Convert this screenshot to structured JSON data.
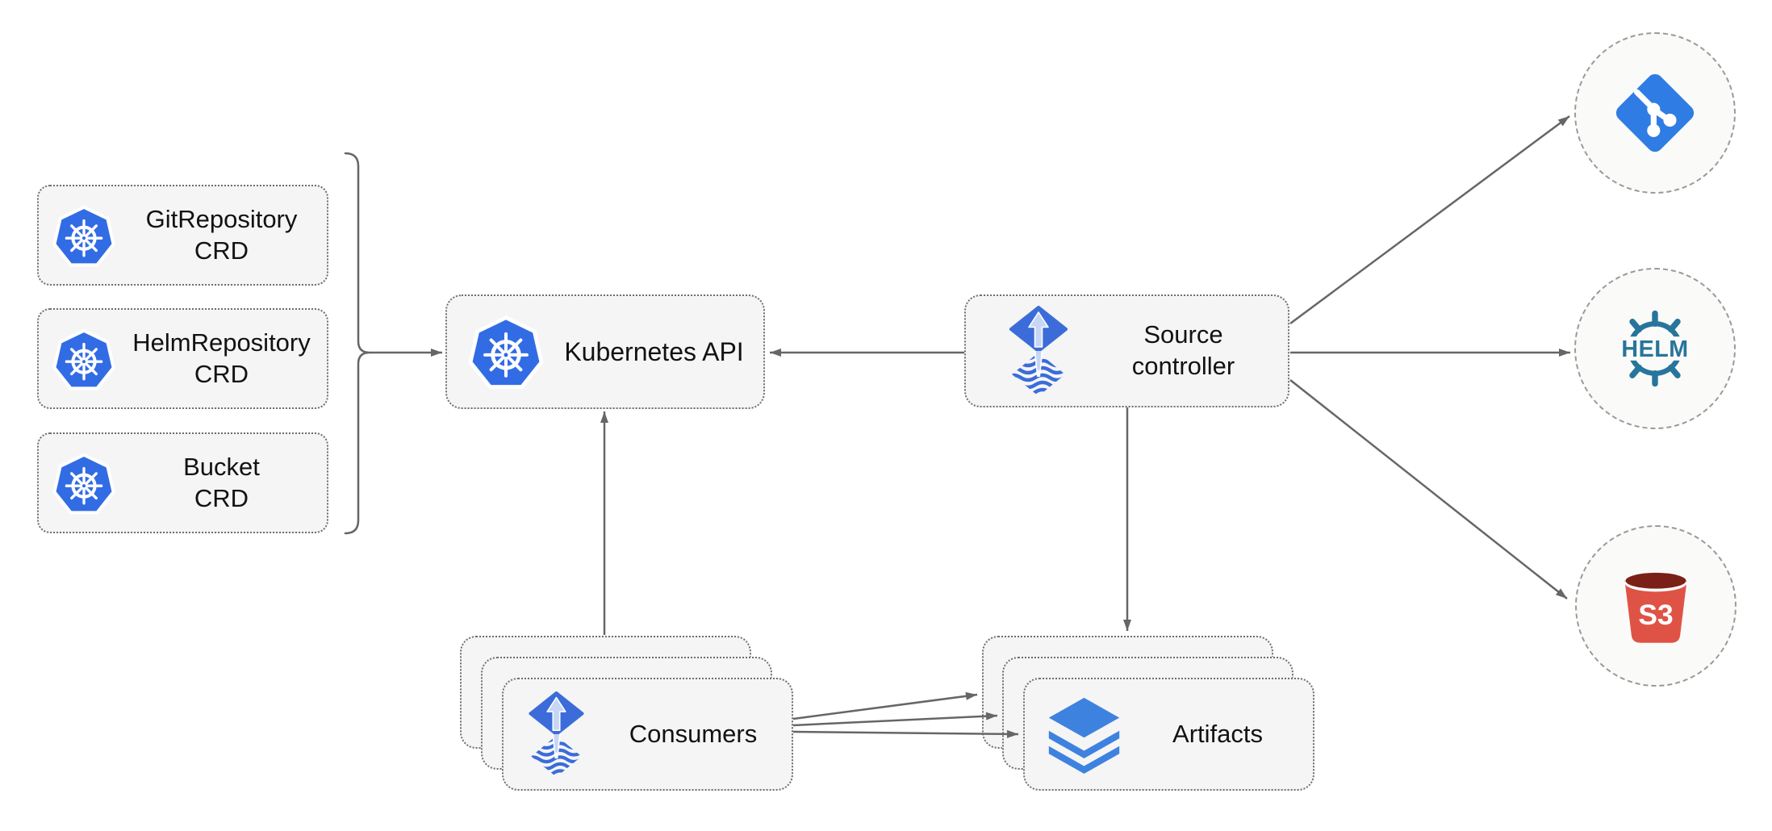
{
  "diagram_kind": "architecture-diagram",
  "nodes": {
    "crd_boxes": [
      {
        "line1": "GitRepository",
        "line2": "CRD",
        "icon": "kubernetes-icon"
      },
      {
        "line1": "HelmRepository",
        "line2": "CRD",
        "icon": "kubernetes-icon"
      },
      {
        "line1": "Bucket",
        "line2": "CRD",
        "icon": "kubernetes-icon"
      }
    ],
    "kubernetes_api": {
      "label": "Kubernetes API",
      "icon": "kubernetes-icon"
    },
    "source_controller": {
      "line1": "Source",
      "line2": "controller",
      "icon": "flux-icon"
    },
    "consumers": {
      "label": "Consumers",
      "icon": "flux-icon",
      "stack_count": 3
    },
    "artifacts": {
      "label": "Artifacts",
      "icon": "layers-icon",
      "stack_count": 3
    },
    "git_endpoint": {
      "icon": "git-icon",
      "logo_text": ""
    },
    "helm_endpoint": {
      "icon": "helm-icon",
      "logo_text": "HELM"
    },
    "s3_endpoint": {
      "icon": "s3-bucket-icon",
      "logo_text": "S3"
    }
  },
  "edges": [
    {
      "from": "crd-boxes-bracket",
      "to": "kubernetes-api"
    },
    {
      "from": "source-controller",
      "to": "kubernetes-api"
    },
    {
      "from": "consumers",
      "to": "kubernetes-api"
    },
    {
      "from": "source-controller",
      "to": "artifacts"
    },
    {
      "from": "source-controller",
      "to": "git-endpoint"
    },
    {
      "from": "source-controller",
      "to": "helm-endpoint"
    },
    {
      "from": "source-controller",
      "to": "s3-endpoint"
    },
    {
      "from": "consumers",
      "to": "artifacts-back"
    },
    {
      "from": "consumers",
      "to": "artifacts-middle"
    },
    {
      "from": "consumers",
      "to": "artifacts-front"
    }
  ],
  "colors": {
    "kubernetes_blue": "#326CE5",
    "flux_blue": "#3B6CD9",
    "flux_arrow_light": "#C7D6F5",
    "layers_blue": "#3E82E0",
    "git_blue": "#2F7CE4",
    "helm_teal": "#27759C",
    "s3_red": "#DF5346",
    "s3_dark_interior": "#7B2017",
    "box_fill": "#F5F5F5",
    "box_border": "#6E6E6E",
    "circle_fill": "#FAFAF8",
    "circle_border": "#9A9A9A",
    "arrow_gray": "#666666",
    "text": "#121212"
  }
}
